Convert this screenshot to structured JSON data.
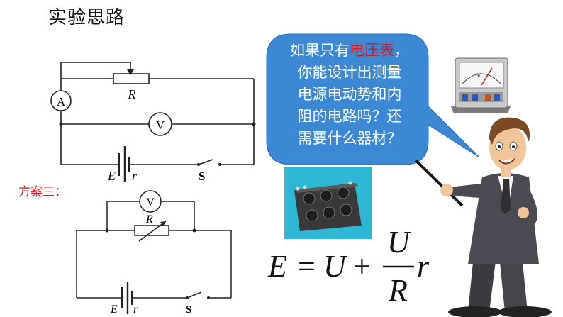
{
  "slide": {
    "title": "实验思路",
    "plan_label": "方案三："
  },
  "circuit_top": {
    "ammeter": "A",
    "voltmeter": "V",
    "resistor": "R",
    "emf": "E",
    "internal_r": "r",
    "switch": "S"
  },
  "circuit_bottom": {
    "voltmeter": "V",
    "resistor": "R",
    "emf": "E",
    "internal_r": "r",
    "switch": "S"
  },
  "bubble": {
    "line1_pre": "如果只有",
    "line1_red": "电压表",
    "line1_post": "，",
    "line2": "你能设计出测量",
    "line3": "电源电动势和内",
    "line4": "阻的电路吗？还",
    "line5": "需要什么器材？",
    "fill_color": "#3d88d4",
    "highlight_color": "#e01818"
  },
  "formula": {
    "lhs": "E",
    "eq": "=",
    "u1": "U",
    "plus": "+",
    "num": "U",
    "den": "R",
    "r": "r"
  },
  "meter_icon": {
    "letter": "V"
  }
}
